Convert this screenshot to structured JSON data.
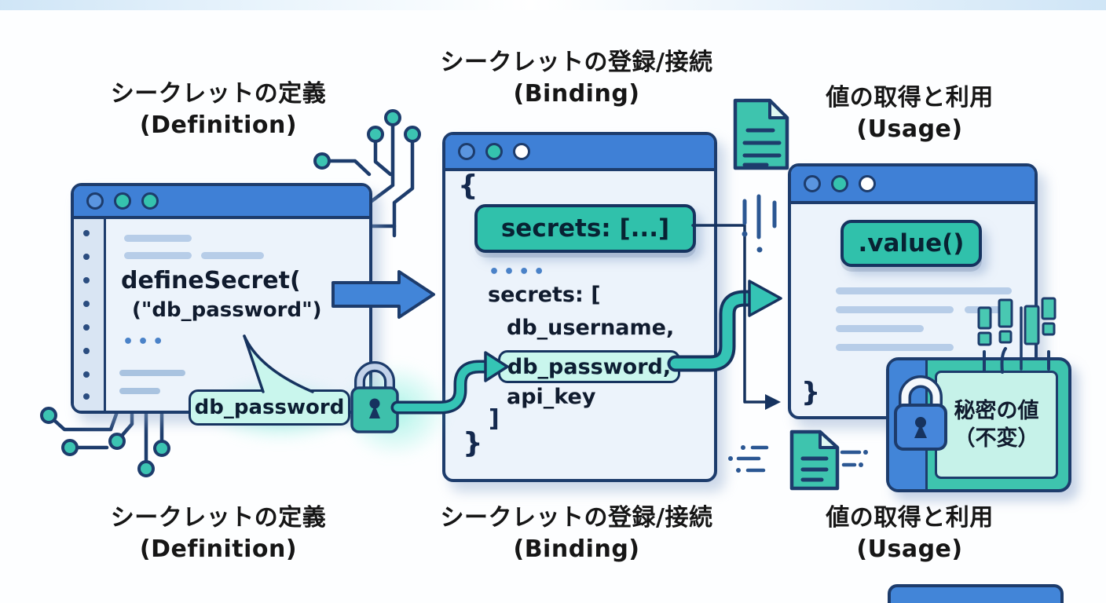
{
  "definition": {
    "title_ja": "シークレットの定義",
    "title_en": "(Definition)",
    "window_buttons": [
      "#5a95e0",
      "#35c3ae",
      "#35c3ae"
    ],
    "code_line1": "defineSecret(",
    "code_line2": "(\"db_password\")",
    "ellipsis": "•••",
    "callout_label": "db_password"
  },
  "binding": {
    "title_ja": "シークレットの登録/接続",
    "title_en": "(Binding)",
    "window_buttons": [
      "#5a95e0",
      "#35c3ae",
      "#ffffff"
    ],
    "brace_open": "{",
    "pill_label": "secrets: [...]",
    "ellipsis": "••••",
    "code_open": "secrets: [",
    "code_items": [
      "db_username,",
      "db_password,",
      "api_key"
    ],
    "code_close_bracket": "]",
    "brace_close": "}"
  },
  "usage": {
    "title_ja": "値の取得と利用",
    "title_en": "(Usage)",
    "window_buttons": [
      "#5a95e0",
      "#35c3ae",
      "#ffffff"
    ],
    "pill_label": ".value()",
    "brace_close": "}",
    "secret_card": {
      "line1": "秘密の値",
      "line2": "（不変）"
    }
  },
  "colors": {
    "navy_outline": "#1d3c6c",
    "blue_fill": "#3f80d6",
    "teal_fill": "#30c1ab",
    "mint_fill": "#c9f6ed",
    "window_bg": "#ecf3fb",
    "glow": "#7deeda"
  },
  "icons": {
    "definition_lock": "lock-icon",
    "usage_lock": "lock-icon",
    "doc_top": "document-icon",
    "doc_bottom": "document-icon",
    "circuit_top": "circuit-decoration",
    "circuit_bottom": "circuit-decoration",
    "bars_right": "bar-chart-decoration"
  }
}
